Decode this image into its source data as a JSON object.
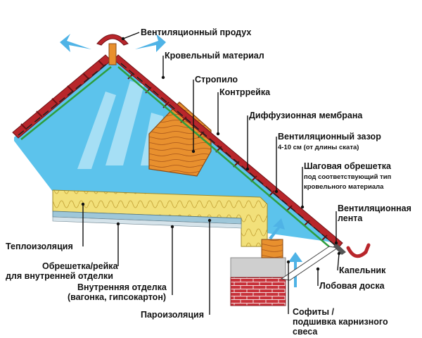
{
  "labels": {
    "vent_outlet": "Вентиляционный продух",
    "roof_material": "Кровельный материал",
    "rafter": "Стропило",
    "counter_batten": "Контррейка",
    "diffusion_membrane": "Диффузионная мембрана",
    "vent_gap": "Вентиляционный зазор",
    "vent_gap_note": "4-10 см (от длины ската)",
    "step_lathing": "Шаговая обрешетка",
    "step_lathing_note_1": "под соответствующий тип",
    "step_lathing_note_2": "кровельного материала",
    "vent_tape_1": "Вентиляционная",
    "vent_tape_2": "лента",
    "drip_edge": "Капельник",
    "fascia_board": "Лобовая доска",
    "soffit_1": "Софиты /",
    "soffit_2": "подшивка карнизного",
    "soffit_3": "свеса",
    "vapor_barrier": "Пароизоляция",
    "interior_finish_1": "Внутренняя отделка",
    "interior_finish_2": "(вагонка, гипсокартон)",
    "lathing_1": "Обрешетка/рейка",
    "lathing_2": "для внутренней отделки",
    "insulation": "Теплоизоляция"
  },
  "colors": {
    "air": "#5cc3ec",
    "air_light": "#bfe8f8",
    "roof_tile": "#b8262b",
    "membrane": "#2e9e3e",
    "wood": "#e8902e",
    "insulation": "#f2e07a",
    "brick": "#c8323a",
    "block": "#cfcfcf"
  }
}
